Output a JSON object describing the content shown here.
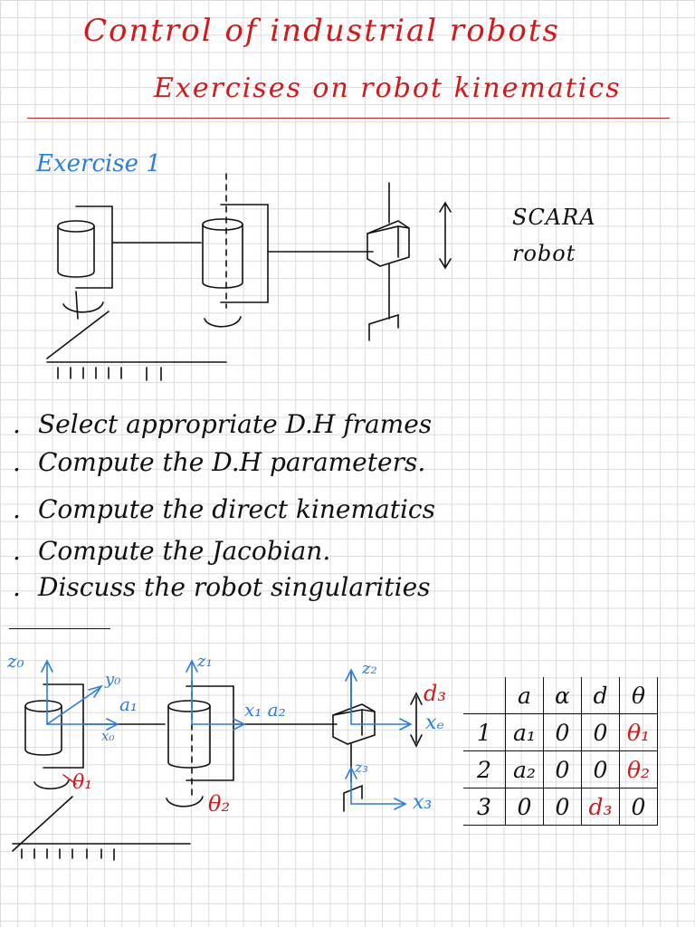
{
  "header": {
    "title": "Control of industrial robots",
    "subtitle": "Exercises on robot kinematics"
  },
  "exercise": {
    "label": "Exercise 1",
    "robot_label_line1": "SCARA",
    "robot_label_line2": "robot"
  },
  "tasks": [
    {
      "bullet": ".",
      "text": "Select appropriate D.H frames"
    },
    {
      "bullet": ".",
      "text": "Compute the D.H parameters."
    },
    {
      "bullet": ".",
      "text": "Compute the direct kinematics"
    },
    {
      "bullet": ".",
      "text": "Compute the Jacobian."
    },
    {
      "bullet": ".",
      "text": "Discuss the robot singularities"
    }
  ],
  "frames_sketch": {
    "z0": "z₀",
    "y0": "y₀",
    "x0": "x₀",
    "a1": "a₁",
    "theta1": "θ₁",
    "z1": "z₁",
    "x1a2": "x₁ a₂",
    "theta2": "θ₂",
    "z2": "z₂",
    "d3": "d₃",
    "xe": "xₑ",
    "z3": "z₃",
    "x3": "x₃"
  },
  "dh_table": {
    "headers": [
      "",
      "a",
      "α",
      "d",
      "θ"
    ],
    "rows": [
      {
        "i": "1",
        "a": "a₁",
        "alpha": "0",
        "d": "0",
        "theta": "θ₁"
      },
      {
        "i": "2",
        "a": "a₂",
        "alpha": "0",
        "d": "0",
        "theta": "θ₂"
      },
      {
        "i": "3",
        "a": "0",
        "alpha": "0",
        "d": "d₃",
        "theta": "0"
      }
    ]
  },
  "colors": {
    "title": "#d11a1a",
    "accent": "#2a7de1",
    "ink": "#111111",
    "grid": "#dcdcdc"
  }
}
